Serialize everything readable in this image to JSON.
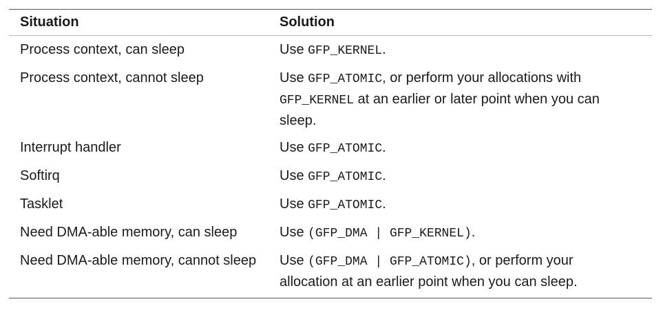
{
  "table": {
    "headers": {
      "situation": "Situation",
      "solution": "Solution"
    },
    "rows": [
      {
        "situation": "Process context, can sleep",
        "solution": {
          "pre": "Use ",
          "code1": "GFP_KERNEL",
          "mid": ".",
          "code2": "",
          "post": ""
        }
      },
      {
        "situation": "Process context, cannot sleep",
        "solution": {
          "pre": "Use ",
          "code1": "GFP_ATOMIC",
          "mid": ", or perform your allocations with ",
          "code2": "GFP_KERNEL",
          "post": " at an earlier or later point when you can sleep."
        }
      },
      {
        "situation": "Interrupt handler",
        "solution": {
          "pre": "Use ",
          "code1": "GFP_ATOMIC",
          "mid": ".",
          "code2": "",
          "post": ""
        }
      },
      {
        "situation": "Softirq",
        "solution": {
          "pre": "Use ",
          "code1": "GFP_ATOMIC",
          "mid": ".",
          "code2": "",
          "post": ""
        }
      },
      {
        "situation": "Tasklet",
        "solution": {
          "pre": "Use ",
          "code1": "GFP_ATOMIC",
          "mid": ".",
          "code2": "",
          "post": ""
        }
      },
      {
        "situation": "Need DMA-able memory, can sleep",
        "solution": {
          "pre": "Use ",
          "code1": "(GFP_DMA | GFP_KERNEL)",
          "mid": ".",
          "code2": "",
          "post": ""
        }
      },
      {
        "situation": "Need DMA-able memory, cannot sleep",
        "solution": {
          "pre": "Use ",
          "code1": "(GFP_DMA | GFP_ATOMIC)",
          "mid": ", or perform your allocation at an earlier point when you can sleep.",
          "code2": "",
          "post": ""
        }
      }
    ]
  }
}
